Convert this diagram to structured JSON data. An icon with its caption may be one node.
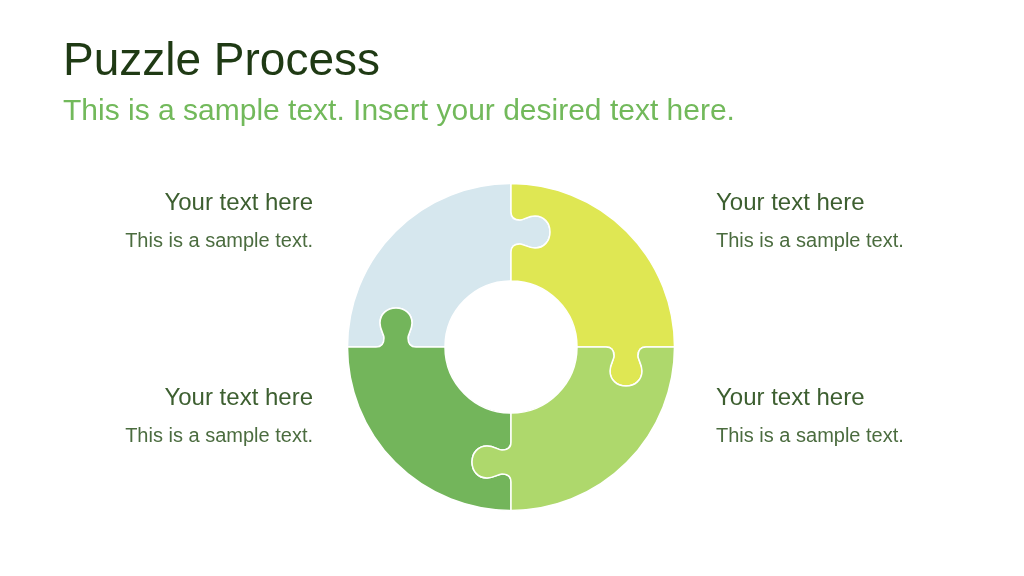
{
  "diagram": {
    "title": "Puzzle Process",
    "nodes": [
      {
        "text": [],
        "shape": "puzzle",
        "beside": [
          "Your text here",
          "This is a sample text."
        ]
      },
      {
        "text": [],
        "shape": "puzzle",
        "beside": [
          "Your text here",
          "This is a sample text."
        ]
      },
      {
        "text": [],
        "shape": "puzzle",
        "beside": [
          "Your text here",
          "This is a sample text."
        ]
      },
      {
        "text": [],
        "shape": "puzzle",
        "beside": [
          "Your text here",
          "This is a sample text."
        ]
      }
    ],
    "labels": [
      "This is a sample text. Insert your desired text here."
    ]
  }
}
